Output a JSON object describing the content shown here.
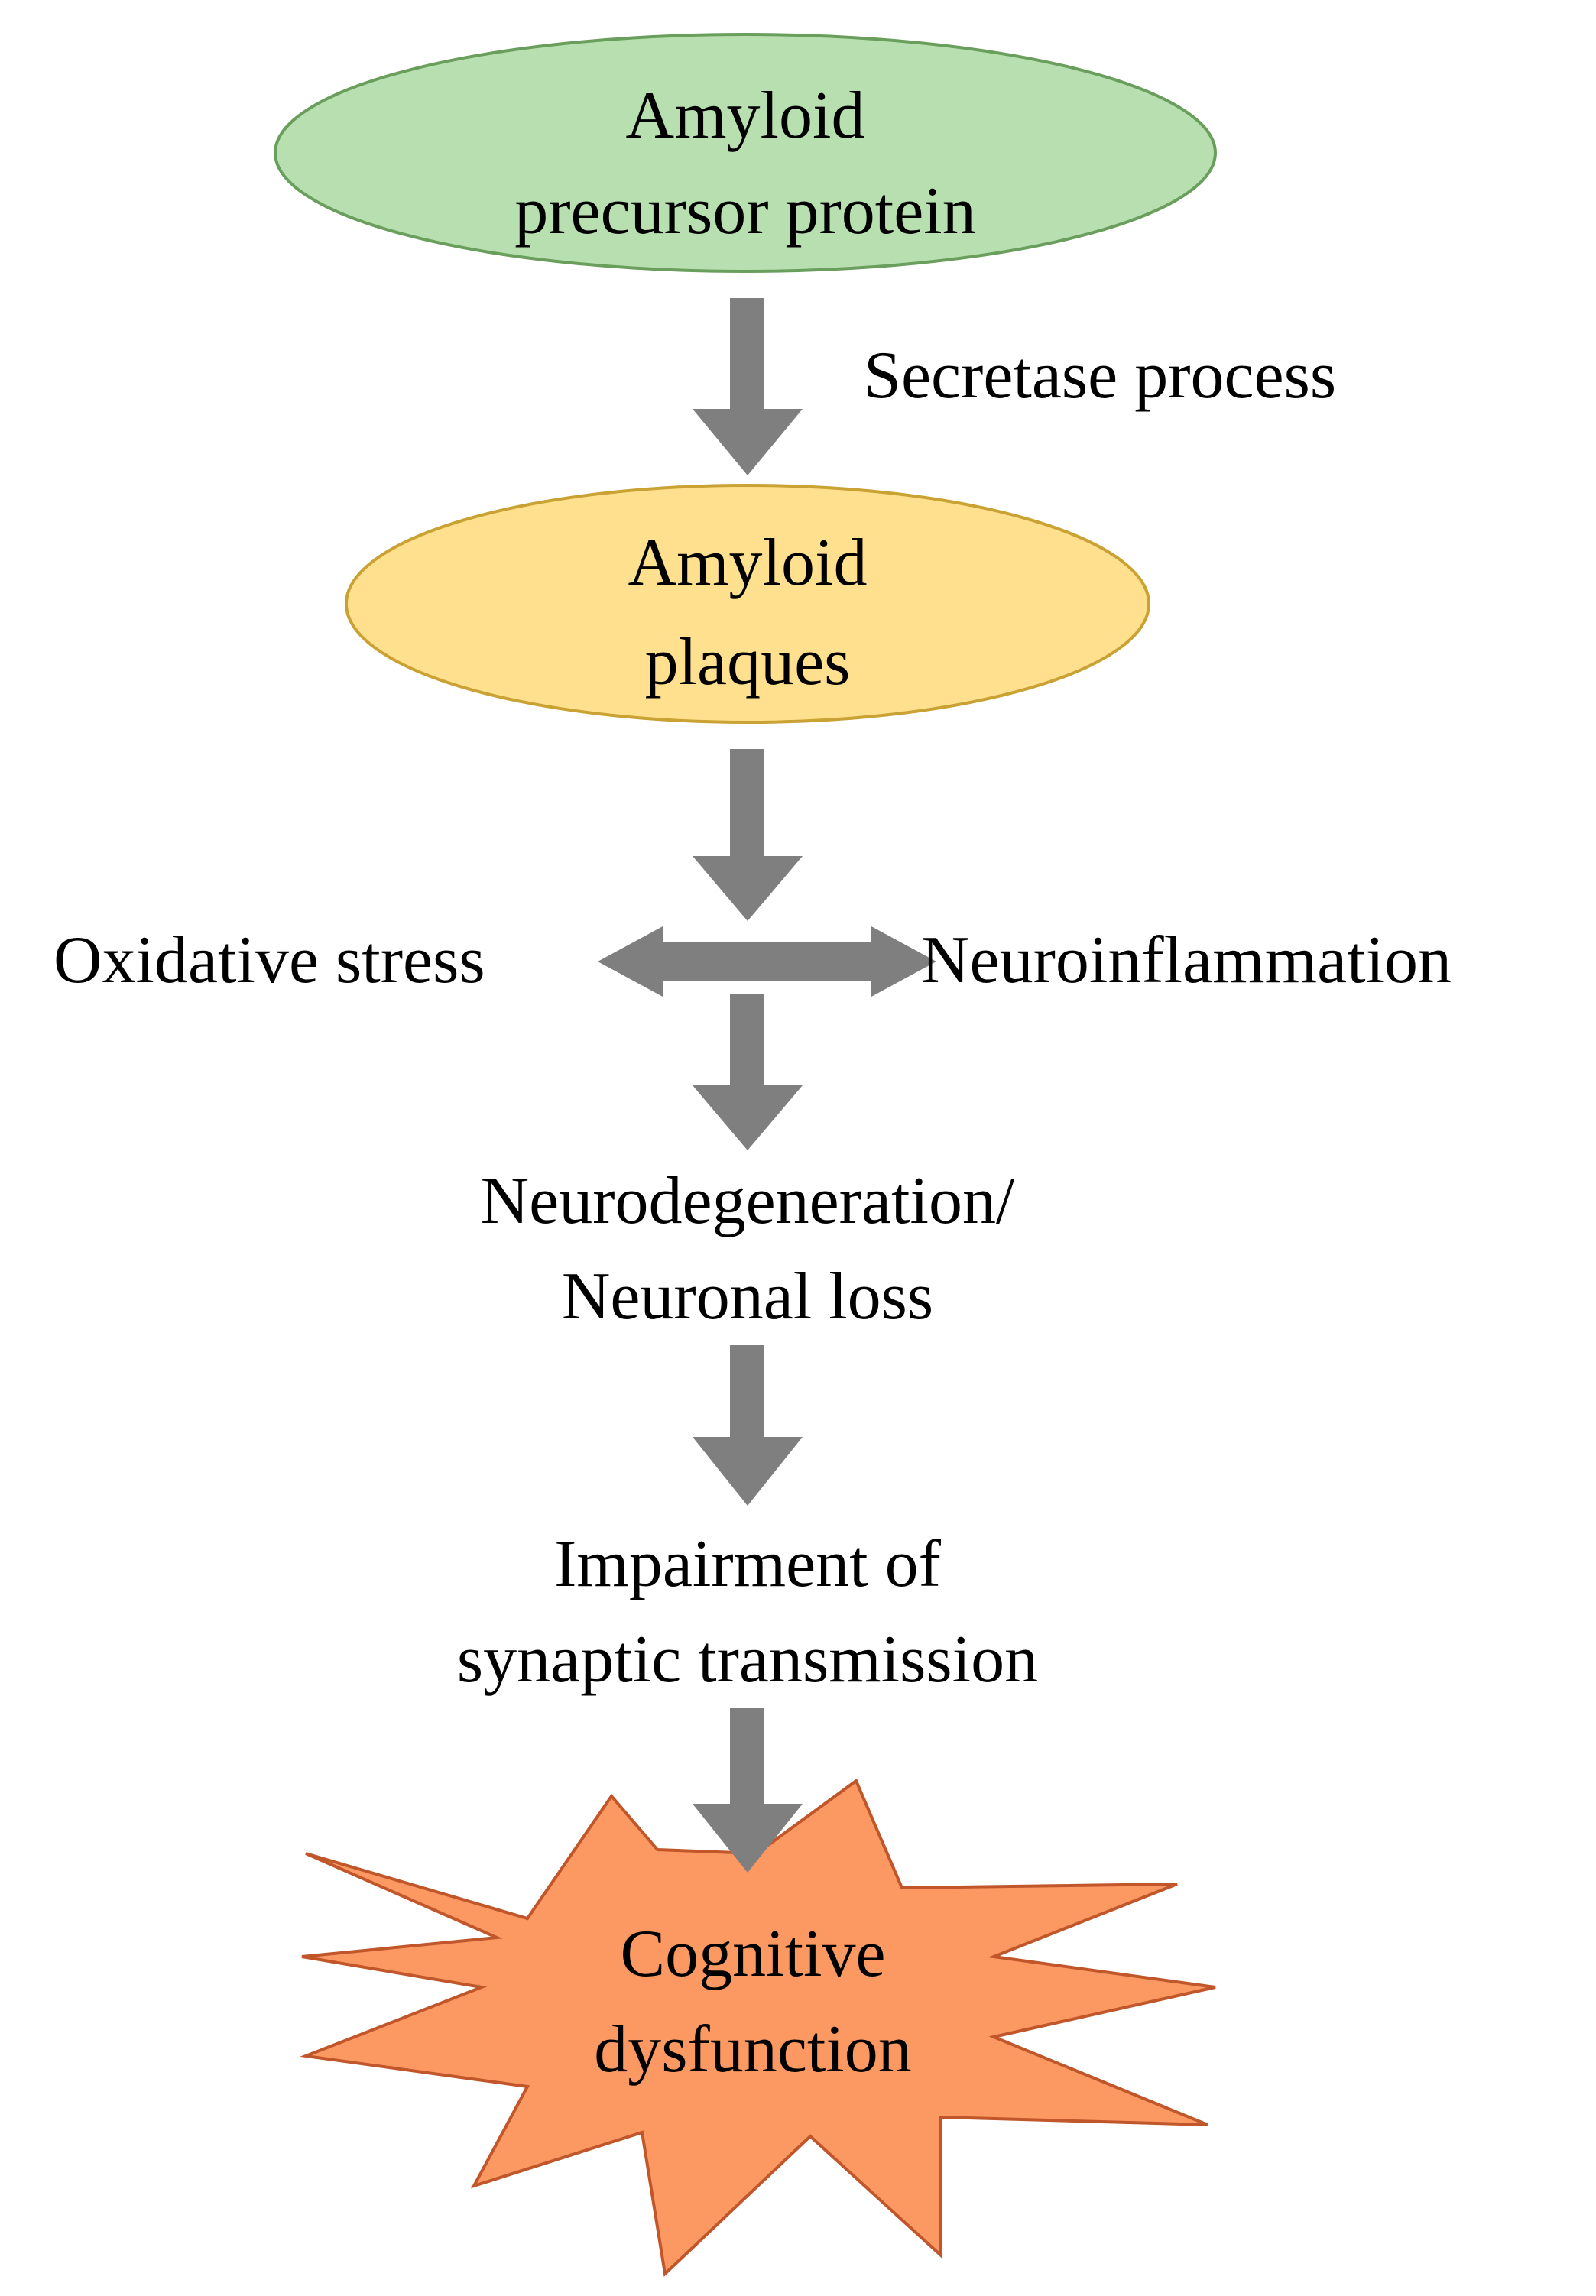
{
  "nodes": {
    "app": {
      "line1": "Amyloid",
      "line2": "precursor protein",
      "fill": "#b7dfb0",
      "stroke": "#6a9e5c"
    },
    "plaques": {
      "line1": "Amyloid",
      "line2": "plaques",
      "fill": "#ffe08e",
      "stroke": "#c9a233"
    },
    "oxidative": {
      "text": "Oxidative stress"
    },
    "neuroinflammation": {
      "text": "Neuroinflammation"
    },
    "neurodegeneration": {
      "line1": "Neurodegeneration/",
      "line2": "Neuronal loss"
    },
    "impairment": {
      "line1": "Impairment of",
      "line2": "synaptic transmission"
    },
    "cognitive": {
      "line1": "Cognitive",
      "line2": "dysfunction",
      "fill": "#fc9963",
      "stroke": "#c0562a"
    }
  },
  "edges": {
    "secretase_label": "Secretase process",
    "arrow_color": "#7f7f7f"
  }
}
